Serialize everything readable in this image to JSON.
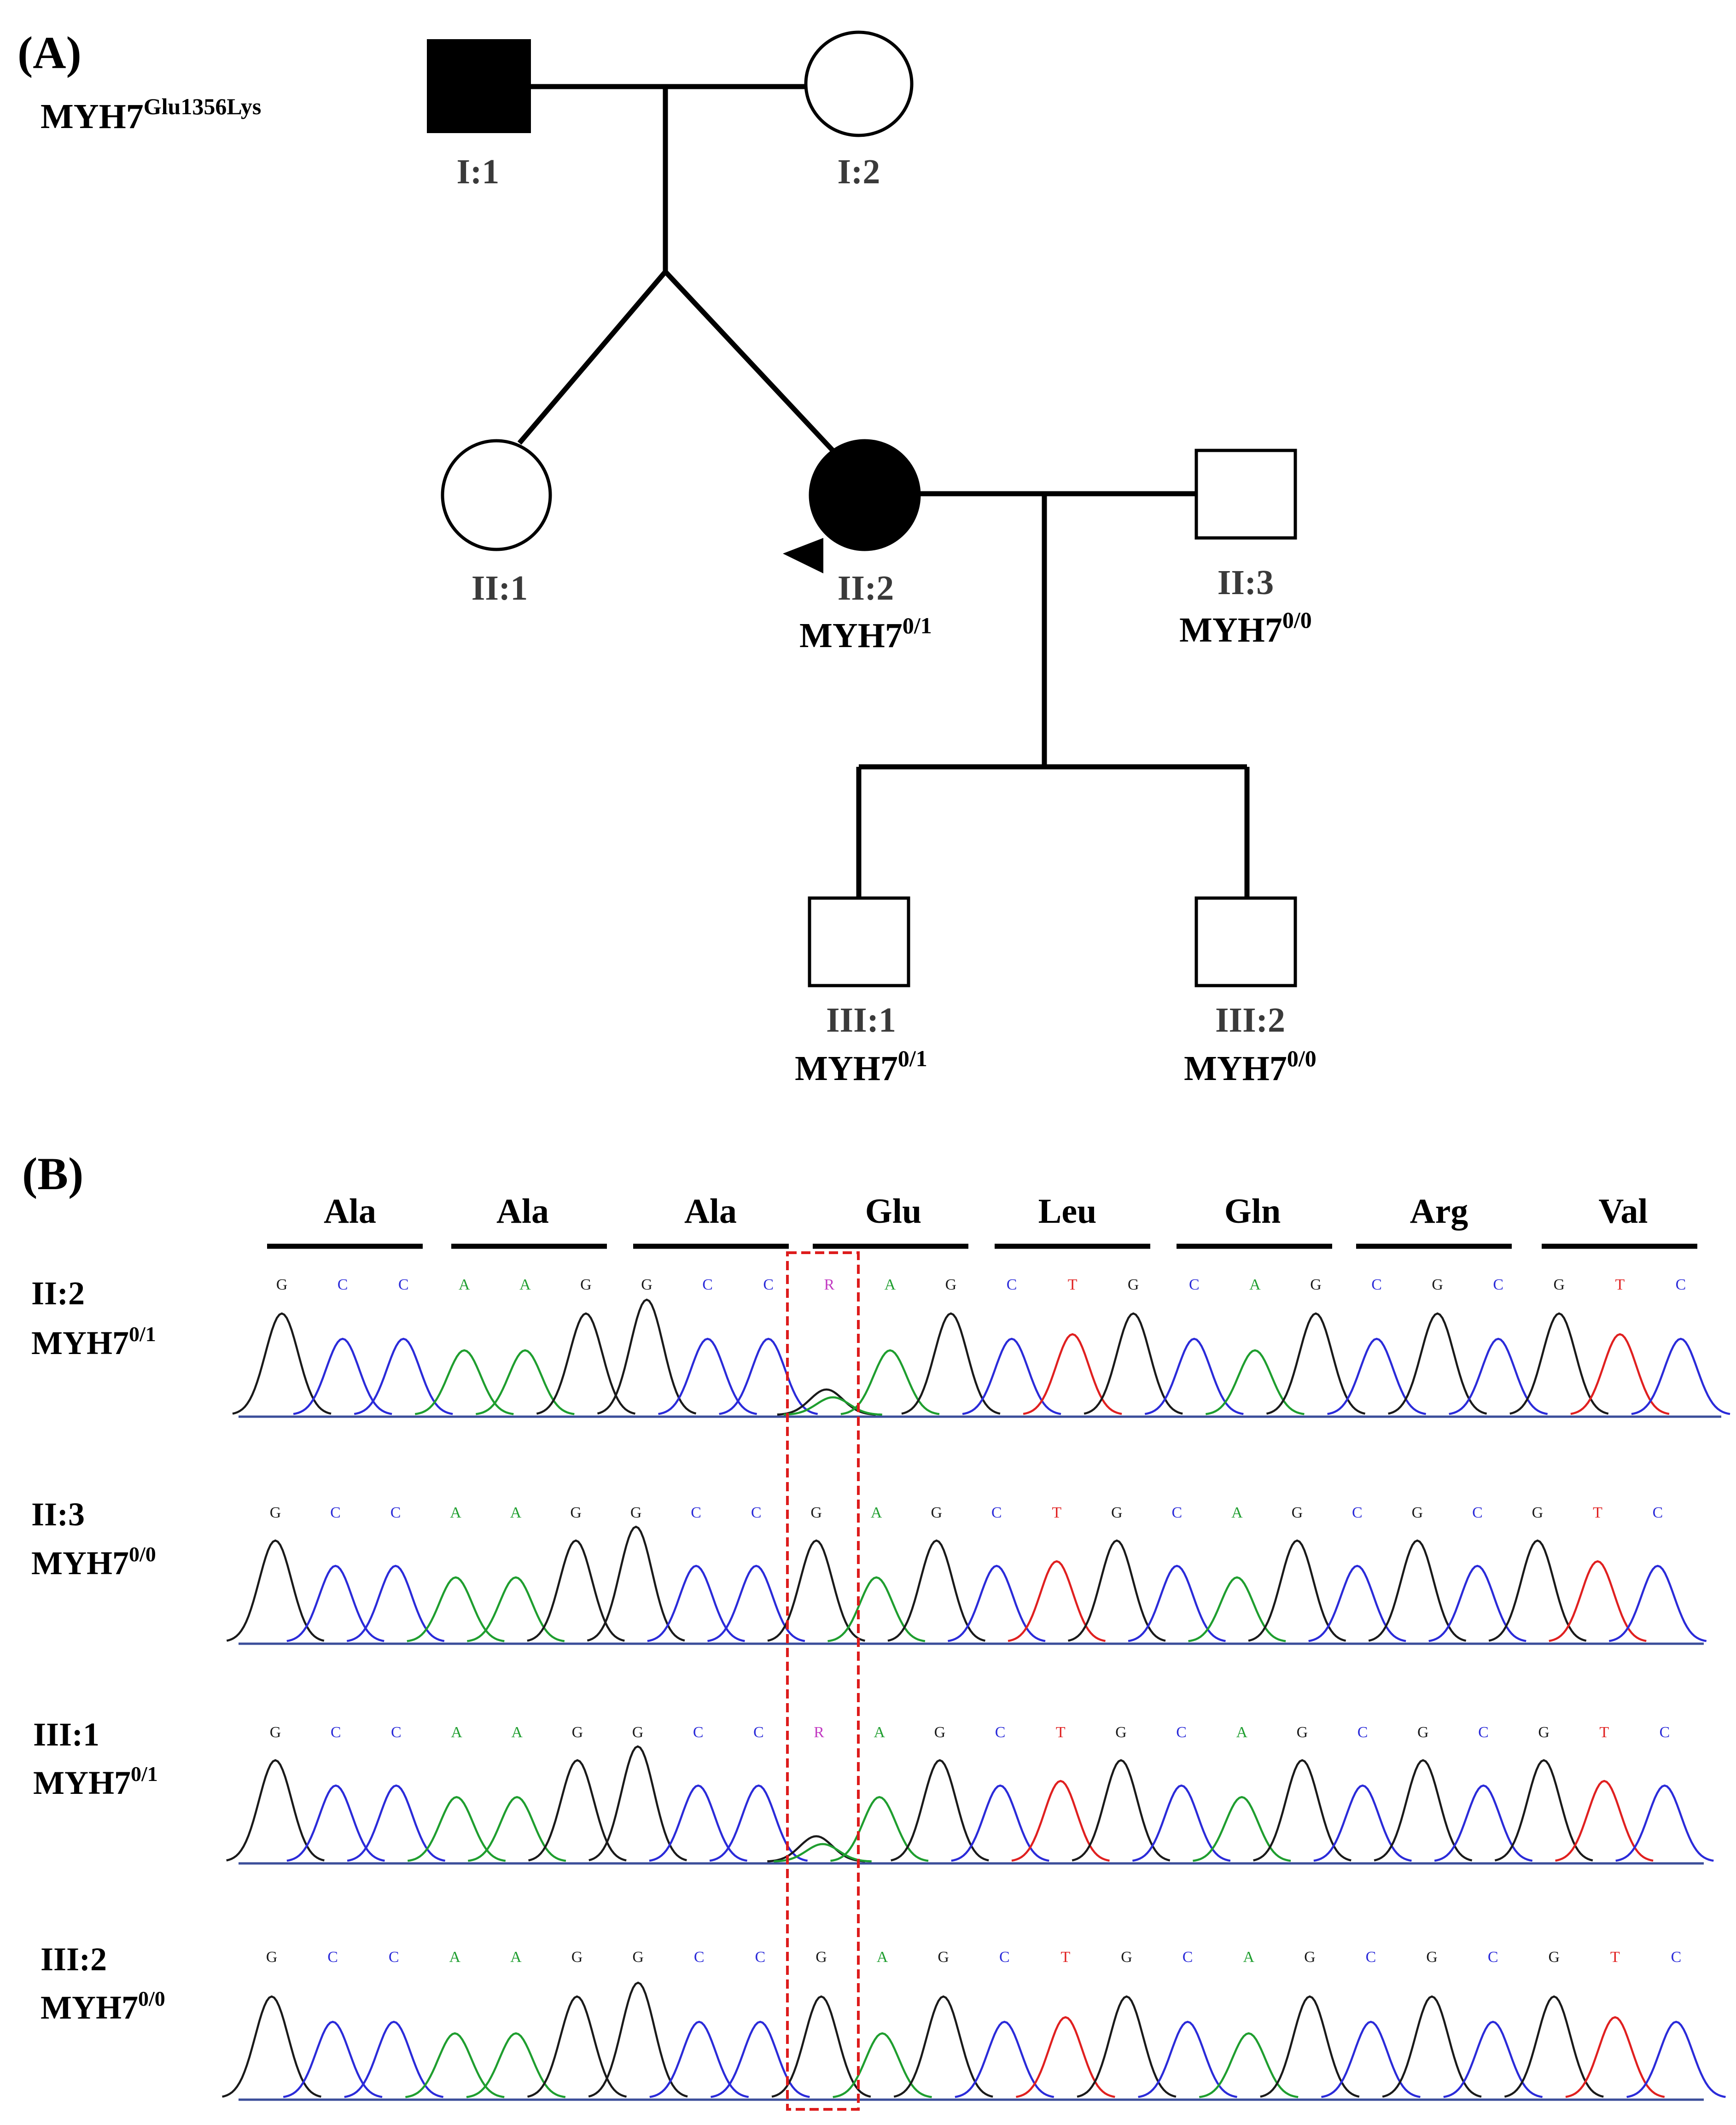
{
  "panel_a": {
    "label": "(A)",
    "proband_genotype": {
      "base": "MYH7",
      "sup": "Glu1356Lys"
    },
    "individuals": [
      {
        "id": "I:1",
        "genotype": null
      },
      {
        "id": "I:2",
        "genotype": null
      },
      {
        "id": "II:1",
        "genotype": null
      },
      {
        "id": "II:2",
        "genotype": {
          "base": "MYH7",
          "sup": "0/1"
        }
      },
      {
        "id": "II:3",
        "genotype": {
          "base": "MYH7",
          "sup": "0/0"
        }
      },
      {
        "id": "III:1",
        "genotype": {
          "base": "MYH7",
          "sup": "0/1"
        }
      },
      {
        "id": "III:2",
        "genotype": {
          "base": "MYH7",
          "sup": "0/0"
        }
      }
    ]
  },
  "panel_b": {
    "label": "(B)",
    "codons": [
      "Ala",
      "Ala",
      "Ala",
      "Glu",
      "Leu",
      "Gln",
      "Arg",
      "Val"
    ],
    "traces": [
      {
        "id": "II:2",
        "genotype": {
          "base": "MYH7",
          "sup": "0/1"
        },
        "bases": [
          "G",
          "C",
          "C",
          "A",
          "A",
          "G",
          "G",
          "C",
          "C",
          "R",
          "A",
          "G",
          "C",
          "T",
          "G",
          "C",
          "A",
          "G",
          "C",
          "G",
          "C",
          "G",
          "T",
          "C"
        ]
      },
      {
        "id": "II:3",
        "genotype": {
          "base": "MYH7",
          "sup": "0/0"
        },
        "bases": [
          "G",
          "C",
          "C",
          "A",
          "A",
          "G",
          "G",
          "C",
          "C",
          "G",
          "A",
          "G",
          "C",
          "T",
          "G",
          "C",
          "A",
          "G",
          "C",
          "G",
          "C",
          "G",
          "T",
          "C"
        ]
      },
      {
        "id": "III:1",
        "genotype": {
          "base": "MYH7",
          "sup": "0/1"
        },
        "bases": [
          "G",
          "C",
          "C",
          "A",
          "A",
          "G",
          "G",
          "C",
          "C",
          "R",
          "A",
          "G",
          "C",
          "T",
          "G",
          "C",
          "A",
          "G",
          "C",
          "G",
          "C",
          "G",
          "T",
          "C"
        ]
      },
      {
        "id": "III:2",
        "genotype": {
          "base": "MYH7",
          "sup": "0/0"
        },
        "bases": [
          "G",
          "C",
          "C",
          "A",
          "A",
          "G",
          "G",
          "C",
          "C",
          "G",
          "A",
          "G",
          "C",
          "T",
          "G",
          "C",
          "A",
          "G",
          "C",
          "G",
          "C",
          "G",
          "T",
          "C"
        ]
      }
    ]
  },
  "colors": {
    "G": "#1a1a1a",
    "C": "#2b2bd9",
    "A": "#1f9e2f",
    "T": "#e02020",
    "R": "#c23ac2",
    "highlight": "#dd1c1c"
  }
}
